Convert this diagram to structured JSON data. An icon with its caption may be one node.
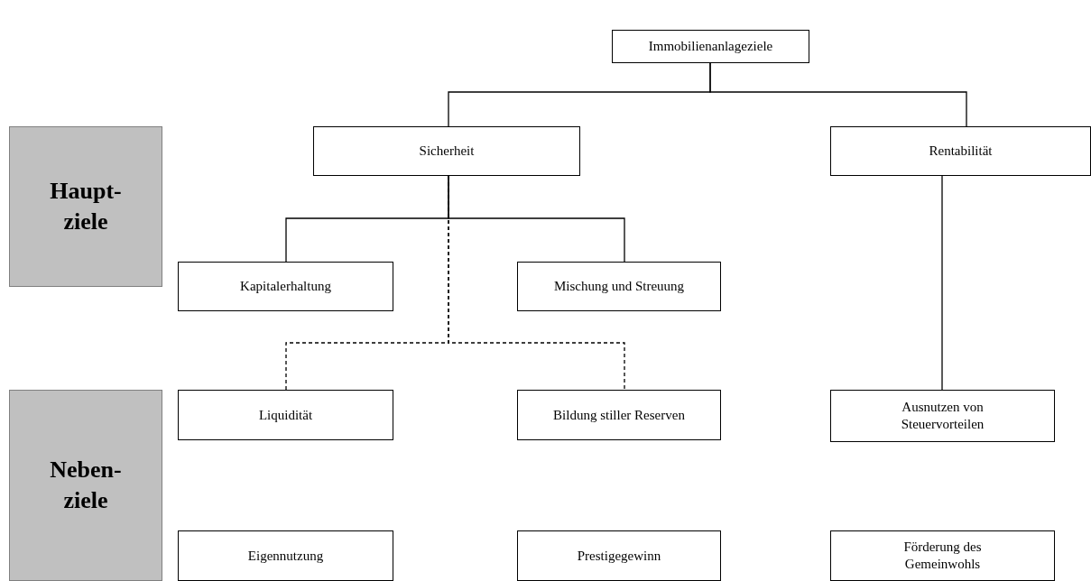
{
  "diagram": {
    "nodes": [
      {
        "text": [
          "Immobilienanlageziele"
        ]
      },
      {
        "text": [
          "Sicherheit"
        ]
      },
      {
        "text": [
          "Rentabilität"
        ]
      },
      {
        "text": [
          "Haupt- ziele"
        ]
      },
      {
        "text": [
          "Kapitalerhaltung"
        ]
      },
      {
        "text": [
          "Mischung und Streuung"
        ]
      },
      {
        "text": [
          "Liquidität"
        ]
      },
      {
        "text": [
          "Bildung stiller Reserven"
        ]
      },
      {
        "text": [
          "Ausnutzen von Steuervorteilen"
        ]
      },
      {
        "text": [
          "Neben- ziele"
        ]
      },
      {
        "text": [
          "Eigennutzung"
        ]
      },
      {
        "text": [
          "Prestigegewinn"
        ]
      },
      {
        "text": [
          "Förderung des Gemeinwohls"
        ]
      }
    ],
    "edges": [
      {
        "from": 0,
        "to": 1,
        "arrow": "none"
      },
      {
        "from": 0,
        "to": 2,
        "arrow": "none"
      },
      {
        "from": 1,
        "to": 4,
        "arrow": "none"
      },
      {
        "from": 1,
        "to": 5,
        "arrow": "none"
      },
      {
        "from": 1,
        "to": 6,
        "arrow": "none",
        "style": "dashed"
      },
      {
        "from": 1,
        "to": 7,
        "arrow": "none",
        "style": "dashed"
      },
      {
        "from": 2,
        "to": 8,
        "arrow": "none"
      }
    ]
  }
}
